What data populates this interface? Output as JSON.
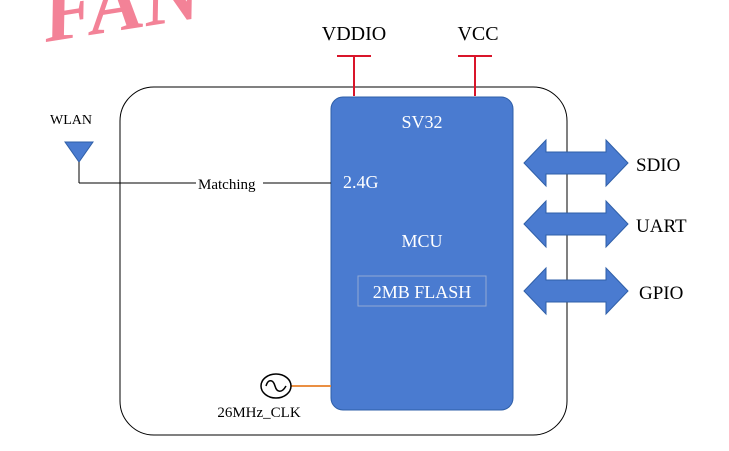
{
  "watermark": {
    "text": "FAN",
    "color": "#f26d86"
  },
  "power": {
    "vddio_label": "VDDIO",
    "vcc_label": "VCC",
    "color": "#d9152a"
  },
  "antenna": {
    "label": "WLAN",
    "color": "#4a7bd0"
  },
  "chip": {
    "name": "SV32",
    "rf_label": "2.4G",
    "mcu_label": "MCU",
    "flash_label": "2MB FLASH",
    "fill": "#4a7bd0",
    "stroke": "#2f5fa8"
  },
  "matching": {
    "label": "Matching"
  },
  "clock": {
    "label": "26MHz_CLK",
    "line_color": "#ea8f43"
  },
  "interfaces": [
    {
      "label": "SDIO"
    },
    {
      "label": "UART"
    },
    {
      "label": "GPIO"
    }
  ],
  "arrow_color": "#4a7bd0"
}
